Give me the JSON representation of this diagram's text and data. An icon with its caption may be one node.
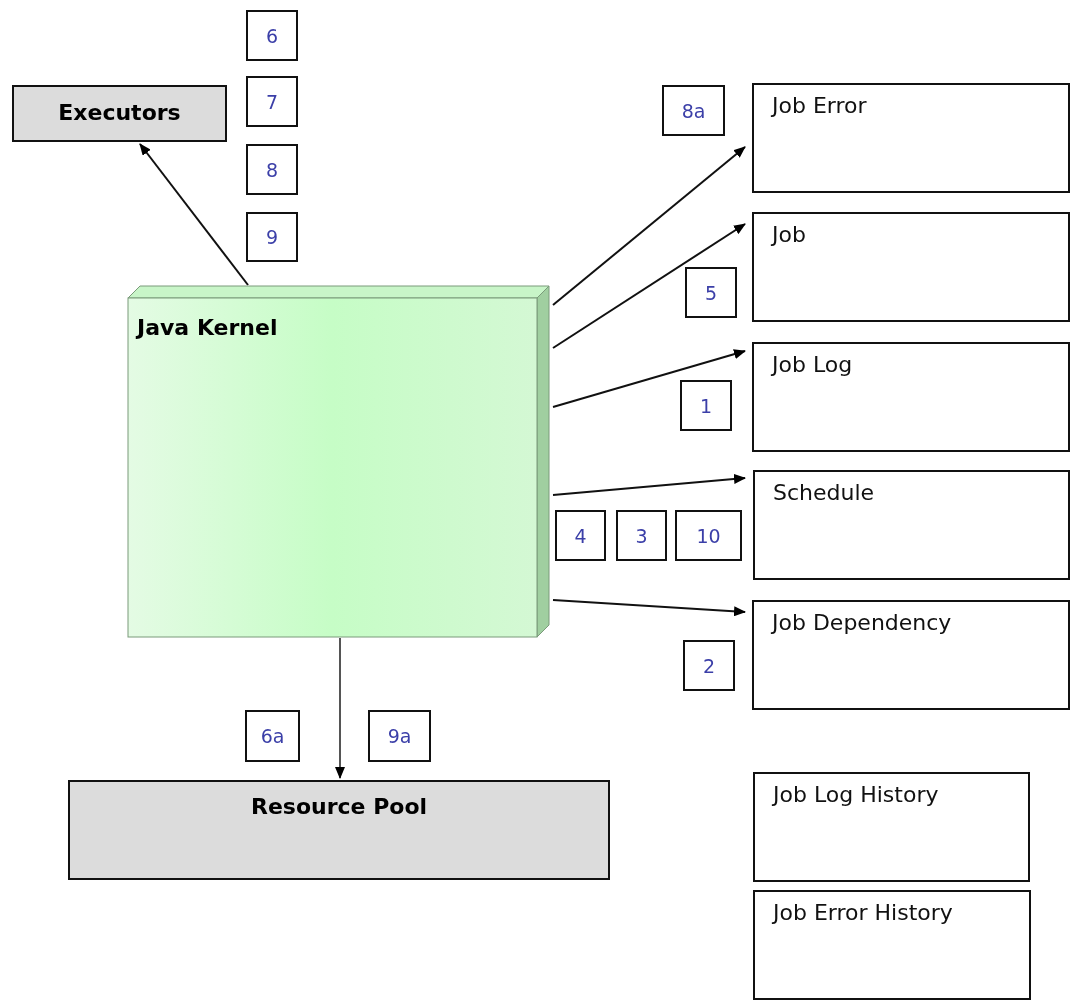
{
  "diagram": {
    "nodes": [
      {
        "text": [
          "Executors"
        ]
      },
      {
        "text": [
          "Java Kernel"
        ]
      },
      {
        "text": [
          "Resource Pool"
        ]
      },
      {
        "text": [
          "Job Error"
        ]
      },
      {
        "text": [
          "Job"
        ]
      },
      {
        "text": [
          "Job Log"
        ]
      },
      {
        "text": [
          "Schedule"
        ]
      },
      {
        "text": [
          "Job Dependency"
        ]
      },
      {
        "text": [
          "Job Log History"
        ]
      },
      {
        "text": [
          "Job Error History"
        ]
      },
      {
        "text": [
          "6"
        ]
      },
      {
        "text": [
          "7"
        ]
      },
      {
        "text": [
          "8"
        ]
      },
      {
        "text": [
          "9"
        ]
      },
      {
        "text": [
          "8a"
        ]
      },
      {
        "text": [
          "5"
        ]
      },
      {
        "text": [
          "1"
        ]
      },
      {
        "text": [
          "4"
        ]
      },
      {
        "text": [
          "3"
        ]
      },
      {
        "text": [
          "10"
        ]
      },
      {
        "text": [
          "2"
        ]
      },
      {
        "text": [
          "6a"
        ]
      },
      {
        "text": [
          "9a"
        ]
      }
    ],
    "edges": [
      {
        "from": 1,
        "to": 0,
        "arrow": "to"
      },
      {
        "from": 1,
        "to": 3,
        "arrow": "to"
      },
      {
        "from": 1,
        "to": 4,
        "arrow": "to"
      },
      {
        "from": 1,
        "to": 5,
        "arrow": "to"
      },
      {
        "from": 1,
        "to": 6,
        "arrow": "to"
      },
      {
        "from": 1,
        "to": 7,
        "arrow": "to"
      },
      {
        "from": 1,
        "to": 2,
        "arrow": "to"
      }
    ]
  }
}
